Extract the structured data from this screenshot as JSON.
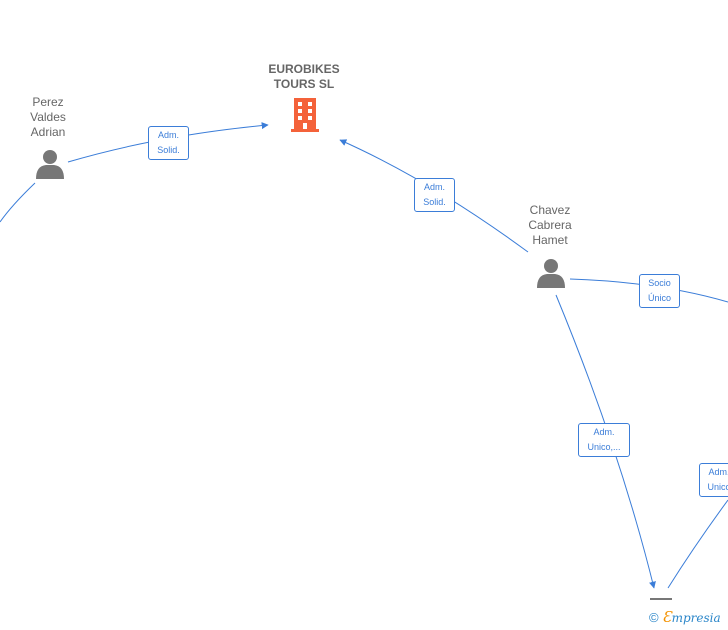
{
  "company": {
    "name": "EUROBIKES\nTOURS  SL",
    "icon": "building-icon",
    "color": "#f4623a"
  },
  "persons": [
    {
      "id": "perez",
      "name": "Perez\nValdes\nAdrian",
      "icon": "person-icon"
    },
    {
      "id": "chavez",
      "name": "Chavez\nCabrera\nHamet",
      "icon": "person-icon"
    }
  ],
  "relations": [
    {
      "id": "perez-eurobikes",
      "label": "Adm.\nSolid."
    },
    {
      "id": "chavez-eurobikes",
      "label": "Adm.\nSolid."
    },
    {
      "id": "chavez-right",
      "label": "Socio\nÚnico"
    },
    {
      "id": "chavez-bottom",
      "label": "Adm.\nUnico,..."
    },
    {
      "id": "right-bottom",
      "label": "Adm.\nUnico"
    }
  ],
  "colors": {
    "edge": "#3b7dd8",
    "person": "#777777",
    "text": "#666666"
  },
  "brand": {
    "copyright": "©",
    "e": "Ɛ",
    "rest": "mpresia"
  }
}
